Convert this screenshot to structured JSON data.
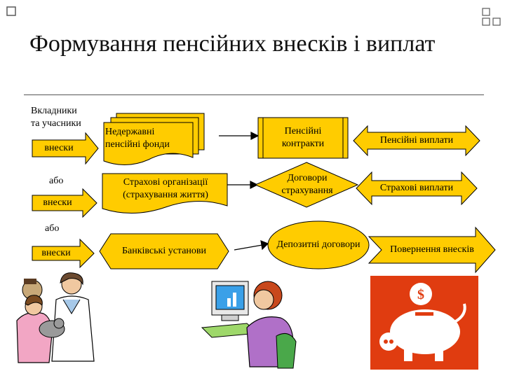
{
  "title": "Формування пенсійних внесків і виплат",
  "left": {
    "header": [
      "Вкладники",
      "та учасники"
    ],
    "contribution_label": "внески",
    "or_label": "або"
  },
  "rows": [
    {
      "institution": "Недержавні пенсійні фонди",
      "contract": "Пенсійні контракти",
      "outcome": "Пенсійні виплати"
    },
    {
      "institution": "Страхові організації (страхування життя)",
      "contract": "Договори страхування",
      "outcome": "Страхові виплати"
    },
    {
      "institution": "Банківські установи",
      "contract": "Депозитні договори",
      "outcome": "Повернення внесків"
    }
  ],
  "colors": {
    "fill": "#ffcc00",
    "outline": "#000000",
    "accent_red": "#e03c10",
    "square_outline": "#5a5a5a"
  },
  "illustrations": [
    "vet-with-cat-clipart",
    "woman-at-computer-clipart",
    "piggy-bank-icon"
  ]
}
